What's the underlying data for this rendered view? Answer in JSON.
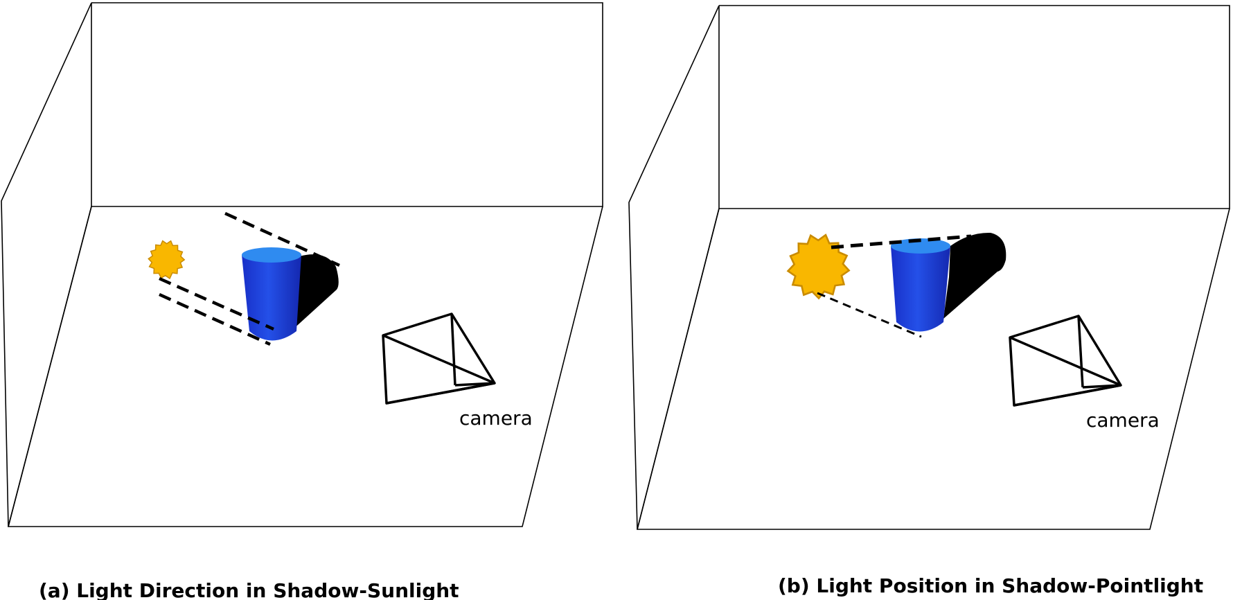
{
  "panels": [
    {
      "camera_label": "camera",
      "caption": "(a) Light Direction in Shadow-Sunlight"
    },
    {
      "camera_label": "camera",
      "caption": "(b) Light Position in Shadow-Pointlight"
    }
  ],
  "colors": {
    "cylinder_body": "#1f3fd6",
    "cylinder_top": "#2f8bf0",
    "light_fill": "#f9b700",
    "light_stroke": "#c98b00",
    "shadow": "#000000",
    "lines": "#000000"
  },
  "icons": {
    "light": "sun-icon",
    "camera": "camera-frustum-icon"
  }
}
